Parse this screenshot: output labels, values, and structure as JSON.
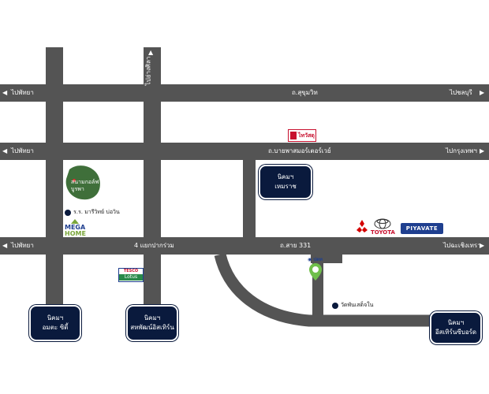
{
  "roads": {
    "sukhumvit": {
      "name": "ถ.สุขุมวิท",
      "left_dest": "ไปพัทยา",
      "right_dest": "ไปชลบุรี"
    },
    "bypass": {
      "name": "ถ.บายพาสมอร์เตอร์เวย์",
      "left_dest": "ไปพัทยา",
      "right_dest": "ไปกรุงเทพฯ"
    },
    "road331": {
      "name": "ถ.สาย 331",
      "left_dest": "ไปพัทยา",
      "right_dest": "ไปฉะเชิงเทรา",
      "junction": "4 แยกปากร่วม"
    },
    "vertical_top": {
      "name": "ไปอ่างศิลา"
    }
  },
  "projects": {
    "amata": {
      "line1": "นิคมฯ",
      "line2": "อมตะ ซิตี้"
    },
    "sahapat": {
      "line1": "นิคมฯ",
      "line2": "สหพัฒน์อิสเทิร์น"
    },
    "pinthong": {
      "line1": "นิคมฯ",
      "line2": "เหมราช"
    },
    "eastern_seaboard": {
      "line1": "นิคมฯ",
      "line2": "อีสเทิร์นซีบอร์ด"
    }
  },
  "pois": {
    "golf": "สนามกอล์ฟ บูรพา",
    "school": "ร.ร. มารีวิทย์ บ่อวิน",
    "megahome_a": "MEGA",
    "megahome_b": "HOME",
    "thaiwatsadu": "ไทวัสดุ",
    "tesco_a": "TESCO",
    "tesco_b": "Lotus",
    "temple": "วัดพันเสด็จใน",
    "toyota": "TOYOTA",
    "mitsubishi": "MITSUBISHI MOTORS",
    "piyavate": "PIYAVATE"
  },
  "colors": {
    "road": "#545454",
    "project_box": "#0a1a3d",
    "golf": "#3f6f3a",
    "thaiwatsadu": "#c8102e",
    "piyavate": "#1f3f8f",
    "megahome": "#7aa63a"
  }
}
